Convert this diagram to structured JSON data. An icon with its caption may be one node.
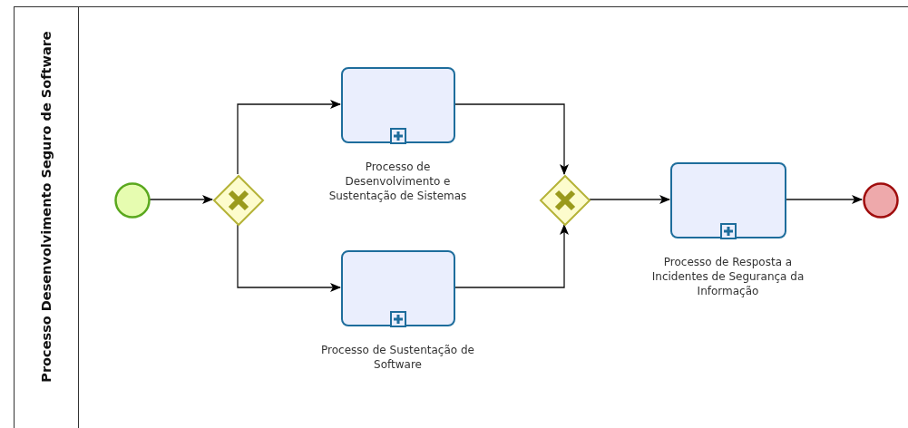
{
  "diagram": {
    "nodes": [
      {
        "text": [
          "Processo Desenvolvimento Seguro de Software"
        ]
      },
      {
        "text": [],
        "shape": "circle",
        "in": 0
      },
      {
        "text": [],
        "shape": "diamond",
        "in": 0
      },
      {
        "text": [
          "Processo de Desenvolvimento e Sustentação de Sistemas"
        ],
        "in": 0
      },
      {
        "text": [
          "Processo de Sustentação de Software"
        ],
        "in": 0
      },
      {
        "text": [],
        "shape": "diamond",
        "in": 0
      },
      {
        "text": [
          "Processo de Resposta a Incidentes de Segurança da Informação"
        ],
        "in": 0
      },
      {
        "text": [],
        "shape": "circle",
        "in": 0
      }
    ],
    "edges": [
      {
        "from": 1,
        "to": 2,
        "arrow": "to"
      },
      {
        "from": 2,
        "to": 3,
        "arrow": "to"
      },
      {
        "from": 2,
        "to": 4,
        "arrow": "to"
      },
      {
        "from": 3,
        "to": 5,
        "arrow": "to"
      },
      {
        "from": 4,
        "to": 5,
        "arrow": "to"
      },
      {
        "from": 5,
        "to": 6,
        "arrow": "to"
      },
      {
        "from": 6,
        "to": 7,
        "arrow": "to"
      }
    ]
  }
}
